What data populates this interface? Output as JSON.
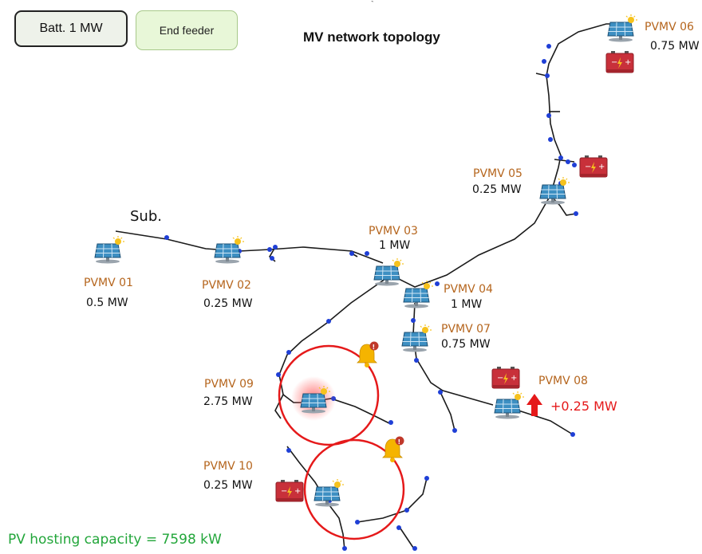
{
  "toolbar": {
    "battery_button_label": "Batt. 1 MW",
    "end_feeder_button_label": "End feeder"
  },
  "diagram": {
    "title": "MV network topology",
    "substation_label": "Sub.",
    "hosting_capacity_text": "PV hosting capacity = 7598 kW",
    "capacity_increase_text": "+0.25 MW",
    "top_mark": "˺",
    "nodes": [
      {
        "name": "PVMV 01",
        "capacity": "0.5 MW"
      },
      {
        "name": "PVMV 02",
        "capacity": "0.25 MW"
      },
      {
        "name": "PVMV 03",
        "capacity": "1 MW"
      },
      {
        "name": "PVMV 04",
        "capacity": "1 MW"
      },
      {
        "name": "PVMV 05",
        "capacity": "0.25 MW"
      },
      {
        "name": "PVMV 06",
        "capacity": "0.75 MW"
      },
      {
        "name": "PVMV 07",
        "capacity": "0.75 MW"
      },
      {
        "name": "PVMV 08",
        "capacity": ""
      },
      {
        "name": "PVMV 09",
        "capacity": "2.75 MW"
      },
      {
        "name": "PVMV 10",
        "capacity": "0.25 MW"
      }
    ],
    "alert_badge": "!",
    "colors": {
      "node_label": "#b5651d",
      "feeder_line": "#1b1b1b",
      "bus_dot": "#1f3fd6",
      "alert_circle": "#e5191a",
      "hosting_text": "#22a63a",
      "battery_body": "#c8303a",
      "panel": "#3d8fc2"
    },
    "icons": [
      "solar-panel-icon",
      "battery-icon",
      "bell-alert-icon",
      "up-arrow-icon"
    ]
  }
}
